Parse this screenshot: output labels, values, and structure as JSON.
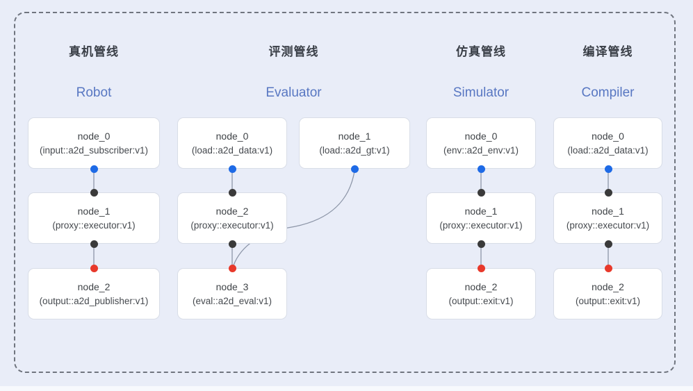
{
  "colors": {
    "background": "#e9edf8",
    "panel_border": "#70757f",
    "card_bg": "#ffffff",
    "card_border": "#d8dde7",
    "title_zh_color": "#3a3f47",
    "title_en_color": "#5877c2",
    "node_text": "#3f4347",
    "edge_line": "#8d96a8",
    "port_output_blue": "#1e6ae6",
    "port_mid_dark": "#3a3a3a",
    "port_input_red": "#e8392b"
  },
  "pipelines": [
    {
      "id": "robot",
      "title_zh": "真机管线",
      "title_en": "Robot",
      "nodes": [
        {
          "name": "node_0",
          "type": "(input::a2d_subscriber:v1)"
        },
        {
          "name": "node_1",
          "type": "(proxy::executor:v1)"
        },
        {
          "name": "node_2",
          "type": "(output::a2d_publisher:v1)"
        }
      ],
      "connections": [
        {
          "from": "node_0",
          "to": "node_1",
          "from_port": "blue",
          "to_port": "dark"
        },
        {
          "from": "node_1",
          "to": "node_2",
          "from_port": "dark",
          "to_port": "red"
        }
      ]
    },
    {
      "id": "evaluator",
      "title_zh": "评测管线",
      "title_en": "Evaluator",
      "nodes": [
        {
          "name": "node_0",
          "type": "(load::a2d_data:v1)"
        },
        {
          "name": "node_1",
          "type": "(load::a2d_gt:v1)"
        },
        {
          "name": "node_2",
          "type": "(proxy::executor:v1)"
        },
        {
          "name": "node_3",
          "type": "(eval::a2d_eval:v1)"
        }
      ],
      "connections": [
        {
          "from": "node_0",
          "to": "node_2",
          "from_port": "blue",
          "to_port": "dark"
        },
        {
          "from": "node_2",
          "to": "node_3",
          "from_port": "dark",
          "to_port": "red"
        },
        {
          "from": "node_1",
          "to": "node_3",
          "from_port": "blue",
          "to_port": "red",
          "style": "curved"
        }
      ]
    },
    {
      "id": "simulator",
      "title_zh": "仿真管线",
      "title_en": "Simulator",
      "nodes": [
        {
          "name": "node_0",
          "type": "(env::a2d_env:v1)"
        },
        {
          "name": "node_1",
          "type": "(proxy::executor:v1)"
        },
        {
          "name": "node_2",
          "type": "(output::exit:v1)"
        }
      ],
      "connections": [
        {
          "from": "node_0",
          "to": "node_1",
          "from_port": "blue",
          "to_port": "dark"
        },
        {
          "from": "node_1",
          "to": "node_2",
          "from_port": "dark",
          "to_port": "red"
        }
      ]
    },
    {
      "id": "compiler",
      "title_zh": "编译管线",
      "title_en": "Compiler",
      "nodes": [
        {
          "name": "node_0",
          "type": "(load::a2d_data:v1)"
        },
        {
          "name": "node_1",
          "type": "(proxy::executor:v1)"
        },
        {
          "name": "node_2",
          "type": "(output::exit:v1)"
        }
      ],
      "connections": [
        {
          "from": "node_0",
          "to": "node_1",
          "from_port": "blue",
          "to_port": "dark"
        },
        {
          "from": "node_1",
          "to": "node_2",
          "from_port": "dark",
          "to_port": "red"
        }
      ]
    }
  ]
}
